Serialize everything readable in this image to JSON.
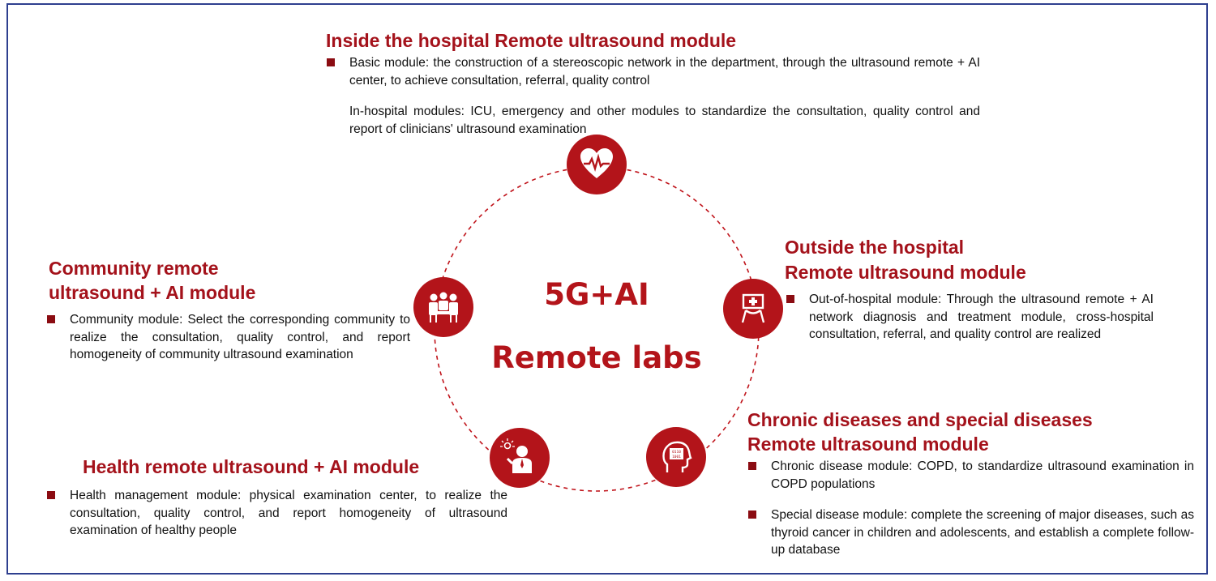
{
  "center": {
    "line1": "5G+AI",
    "line2": "Remote labs"
  },
  "modules": {
    "inside": {
      "title": "Inside the hospital Remote ultrasound module",
      "bullet1": "Basic module: the construction of a stereoscopic network in the department, through the ultrasound remote + AI center, to achieve consultation, referral, quality control",
      "para2": "In-hospital modules: ICU, emergency and other modules to standardize the consultation, quality control and report of clinicians' ultrasound examination"
    },
    "outside": {
      "title_line1": "Outside the hospital",
      "title_line2": "Remote ultrasound module",
      "bullet1": "Out-of-hospital module: Through the ultrasound remote + AI network diagnosis and treatment module, cross-hospital consultation, referral, and quality control are realized"
    },
    "community": {
      "title_line1": "Community remote",
      "title_line2": "ultrasound + AI module",
      "bullet1": "Community module: Select the corresponding community to realize the consultation, quality control, and report homogeneity of community ultrasound examination"
    },
    "health": {
      "title": "Health remote ultrasound + AI module",
      "bullet1": "Health management module: physical examination center, to realize the consultation, quality control, and report homogeneity of ultrasound examination of healthy people"
    },
    "chronic": {
      "title_line1": "Chronic diseases and special diseases",
      "title_line2": "Remote ultrasound module",
      "bullet1": "Chronic disease module: COPD, to standardize ultrasound examination in COPD populations",
      "bullet2": "Special disease module: complete the screening of major diseases, such as thyroid cancer in children and adolescents, and establish a complete follow-up database"
    }
  },
  "icons": [
    "heart-pulse-icon",
    "doctor-monitor-icon",
    "brain-head-icon",
    "person-idea-icon",
    "community-group-icon"
  ],
  "colors": {
    "accent": "#b3141a",
    "border": "#2e3f8f"
  }
}
